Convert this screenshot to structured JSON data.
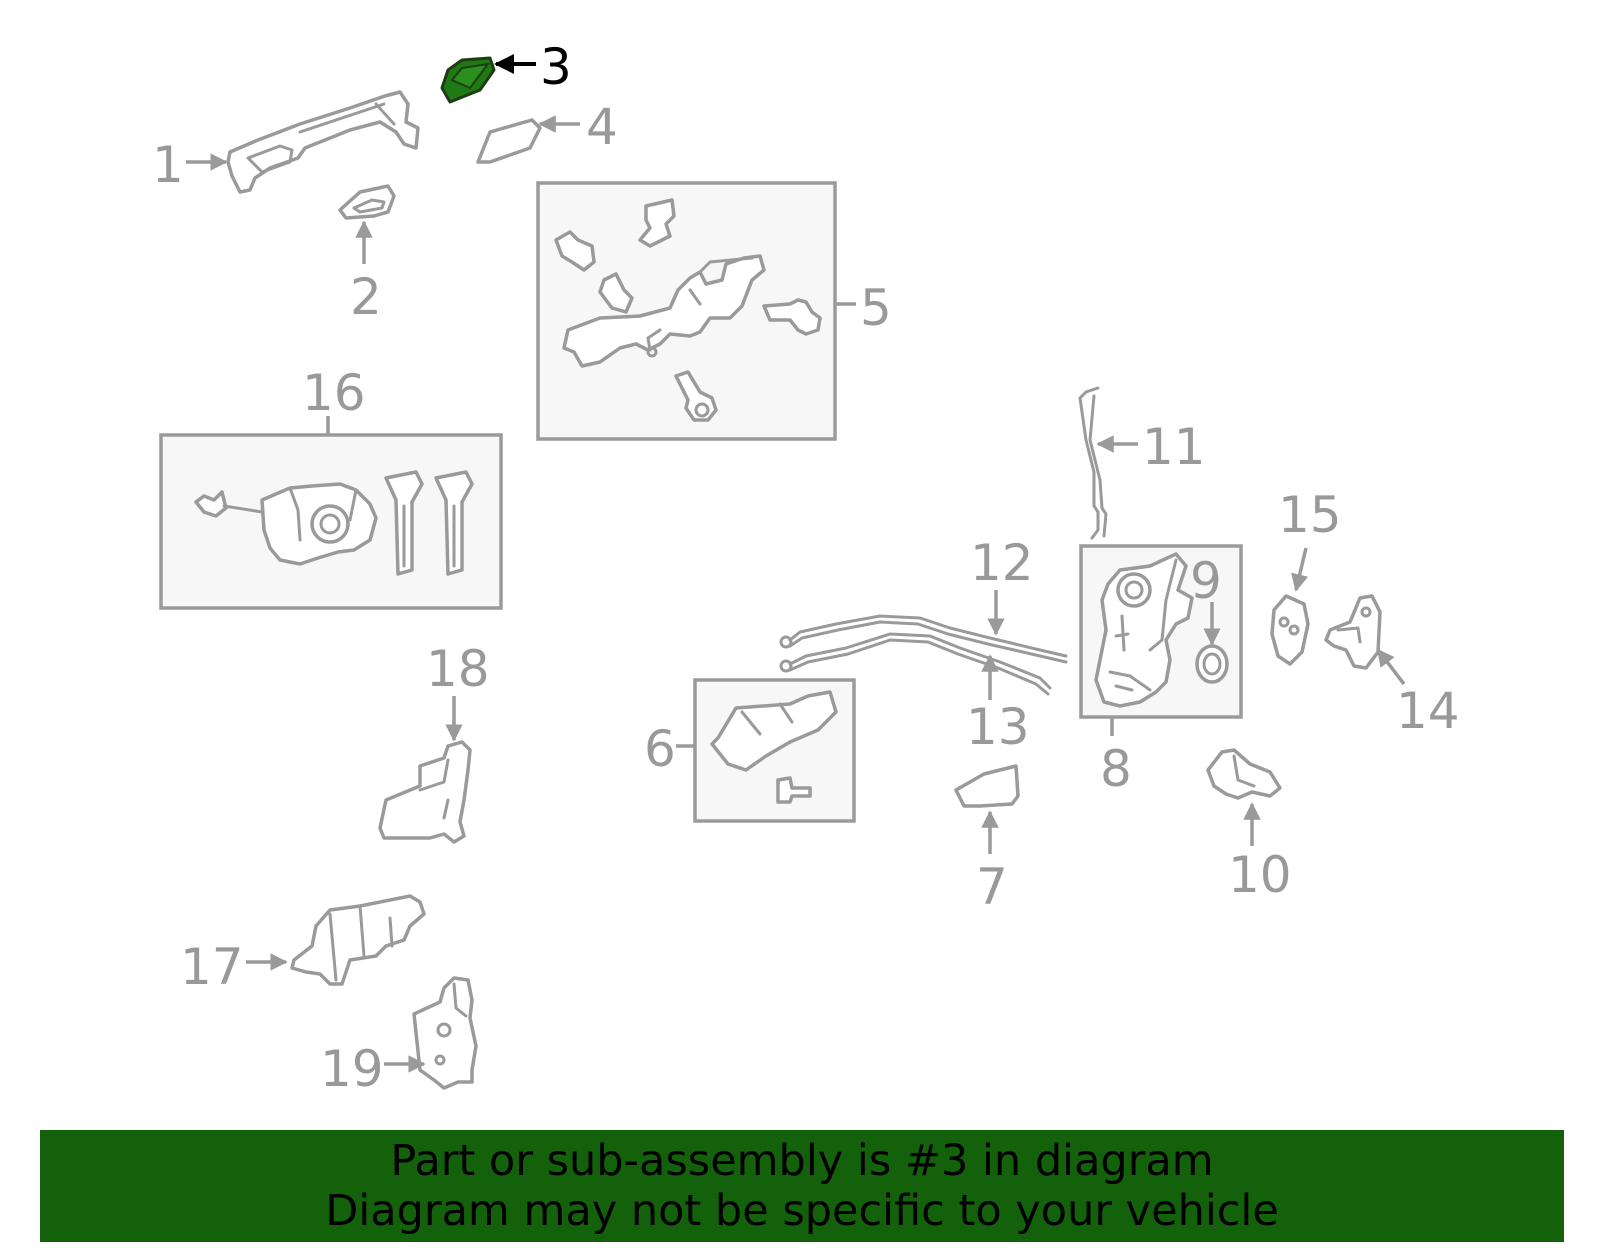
{
  "diagram": {
    "callouts": {
      "p1": "1",
      "p2": "2",
      "p3": "3",
      "p4": "4",
      "p5": "5",
      "p6": "6",
      "p7": "7",
      "p8": "8",
      "p9": "9",
      "p10": "10",
      "p11": "11",
      "p12": "12",
      "p13": "13",
      "p14": "14",
      "p15": "15",
      "p16": "16",
      "p17": "17",
      "p18": "18",
      "p19": "19"
    },
    "highlighted_part": "3",
    "colors": {
      "highlight_fill": "#1f7a14",
      "highlight_stroke": "#1e3d16",
      "part_stroke": "#9a9a9a",
      "callout_text": "#999999",
      "banner_bg": "#13620b"
    }
  },
  "banner": {
    "line1": "Part or sub-assembly is #3 in diagram",
    "line2": "Diagram may not be specific to your vehicle"
  }
}
